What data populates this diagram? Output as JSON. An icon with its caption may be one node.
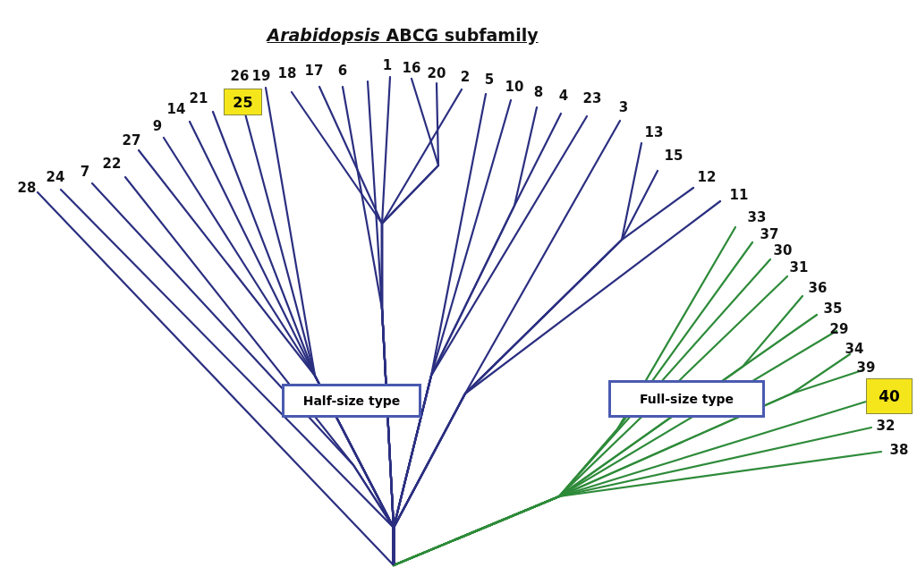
{
  "diagram": {
    "title": "*Arabidopsis* ABCG subfamily",
    "nodes": [
      {
        "text": [
          "25"
        ]
      },
      {
        "text": [
          "Half-size type"
        ]
      },
      {
        "text": [
          "Full-size type"
        ]
      },
      {
        "text": [
          "40"
        ]
      }
    ],
    "edges": [
      {
        "from": null,
        "to": 0,
        "arrow": "none",
        "color": "#2b2f80"
      },
      {
        "from": null,
        "to": 3,
        "arrow": "none",
        "color": "#2e8b3a"
      }
    ],
    "labels": [
      "28",
      "24",
      "7",
      "22",
      "27",
      "9",
      "14",
      "21",
      "26",
      "19",
      "18",
      "17",
      "6",
      "1",
      "16",
      "20",
      "2",
      "5",
      "10",
      "8",
      "4",
      "23",
      "3",
      "13",
      "15",
      "12",
      "11",
      "33",
      "37",
      "30",
      "31",
      "36",
      "35",
      "29",
      "34",
      "39",
      "32",
      "38"
    ]
  }
}
